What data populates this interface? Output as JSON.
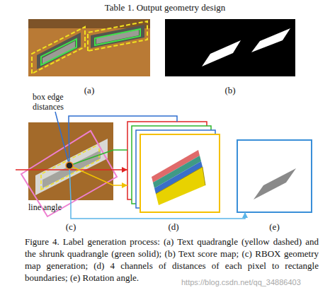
{
  "diagram": {
    "title": "Table 1. Output geometry design",
    "caption": "Figure 4. Label generation process: (a) Text quadrangle (yellow dashed) and the shrunk quadrangle (green solid); (b) Text score map; (c) RBOX geometry map generation; (d) 4 channels of distances of each pixel to rectangle boundaries; (e) Rotation angle.",
    "nodes": [
      {
        "text": [
          "(a)"
        ]
      },
      {
        "text": [
          "(b)"
        ]
      },
      {
        "text": [
          "(c)"
        ]
      },
      {
        "text": [
          "(d)"
        ]
      },
      {
        "text": [
          "(e)"
        ]
      }
    ],
    "edges": [
      {
        "from": 2,
        "to": 3,
        "arrow": "none"
      },
      {
        "from": 2,
        "to": 3,
        "arrow": "none"
      },
      {
        "from": 2,
        "to": 3,
        "arrow": "to"
      },
      {
        "from": 2,
        "to": 3,
        "arrow": "to"
      },
      {
        "from": 2,
        "to": 4,
        "arrow": "to"
      }
    ],
    "labels": [
      "box edge distances",
      "line angle",
      "https://blog.csdn.net/qq_34886403"
    ]
  }
}
